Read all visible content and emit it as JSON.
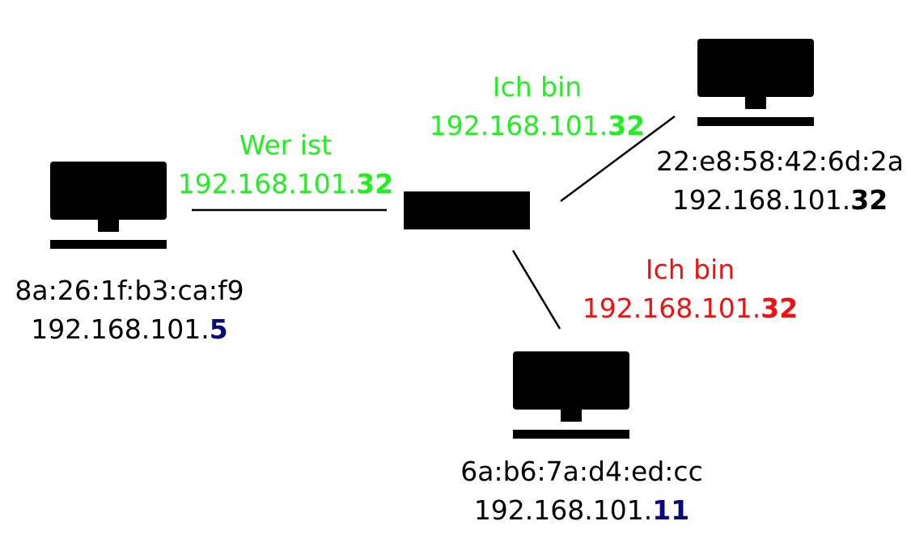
{
  "colors": {
    "background": "#ffffff",
    "device": "#000000",
    "request": "#22ee22",
    "reply_legit": "#22ee22",
    "reply_spoof": "#ee1111",
    "host_octet": "#0a0a7a",
    "text": "#000000"
  },
  "icons": {
    "computer": "computer-icon",
    "switch": "switch-icon"
  },
  "messages": {
    "request": {
      "line1": "Wer ist",
      "prefix": "192.168.101.",
      "octet": "32"
    },
    "reply_legit": {
      "line1": "Ich bin",
      "prefix": "192.168.101.",
      "octet": "32"
    },
    "reply_spoof": {
      "line1": "Ich bin",
      "prefix": "192.168.101.",
      "octet": "32"
    }
  },
  "hosts": {
    "left": {
      "mac": "8a:26:1f:b3:ca:f9",
      "ip_prefix": "192.168.101.",
      "ip_octet": "5"
    },
    "top_right": {
      "mac": "22:e8:58:42:6d:2a",
      "ip_prefix": "192.168.101.",
      "ip_octet": "32"
    },
    "bottom": {
      "mac": "6a:b6:7a:d4:ed:cc",
      "ip_prefix": "192.168.101.",
      "ip_octet": "11"
    }
  }
}
